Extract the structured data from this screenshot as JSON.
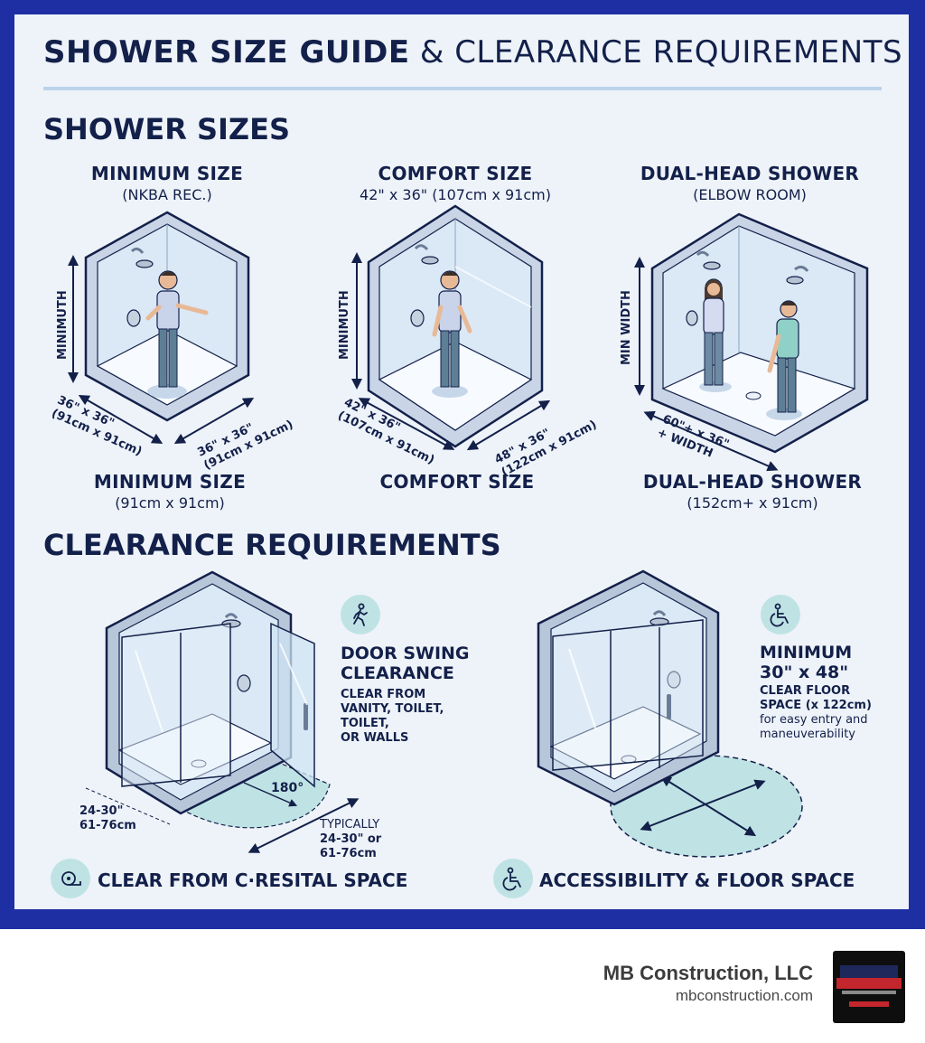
{
  "title": {
    "bold": "SHOWER SIZE GUIDE",
    "light": "& CLEARANCE REQUIREMENTS"
  },
  "sections": {
    "sizes": "SHOWER SIZES",
    "clearance": "CLEARANCE REQUIREMENTS"
  },
  "sizes": [
    {
      "heading": "MINIMUM SIZE",
      "subheading": "(NKBA REC.)",
      "vertical_label": "MINIMUTH",
      "dim_left": [
        "36\" x 36\"",
        "(91cm x 91cm)"
      ],
      "dim_right": [
        "36\" x 36\"",
        "(91cm x 91cm)"
      ],
      "caption": "MINIMUM SIZE",
      "caption_sub": "(91cm x 91cm)"
    },
    {
      "heading": "COMFORT SIZE",
      "subheading": "42\" x 36\" (107cm x 91cm)",
      "vertical_label": "MINIMUTH",
      "dim_left": [
        "42\" x 36\"",
        "(107cm x 91cm)"
      ],
      "dim_right": [
        "48\" x 36\"",
        "(122cm x 91cm)"
      ],
      "caption": "COMFORT SIZE",
      "caption_sub": ""
    },
    {
      "heading": "DUAL-HEAD SHOWER",
      "subheading": "(ELBOW ROOM)",
      "vertical_label": "MIN WIDTH",
      "dim_left": [
        "60\"+ x 36\"",
        "+ WIDTH"
      ],
      "caption": "DUAL-HEAD SHOWER",
      "caption_sub": "(152cm+ x 91cm)"
    }
  ],
  "door": {
    "title": [
      "DOOR SWING",
      "CLEARANCE"
    ],
    "body": [
      "CLEAR FROM",
      "VANITY, TOILET,",
      "TOILET,",
      "OR WALLS"
    ],
    "angle": "180°",
    "dim_left": [
      "24-30\"",
      "61-76cm"
    ],
    "dim_bottom": [
      "TYPICALLY",
      "24-30\" or",
      "61-76cm"
    ],
    "footer": "CLEAR FROM C·RESITAL SPACE",
    "icon": "walking-person-icon",
    "footer_icon": "tape-measure-icon"
  },
  "access": {
    "title": [
      "MINIMUM",
      "30\" x 48\""
    ],
    "body_bold": [
      "CLEAR FLOOR",
      "SPACE (x 122cm)"
    ],
    "body": [
      "for easy entry and",
      "maneuverability"
    ],
    "footer": "ACCESSIBILITY & FLOOR SPACE",
    "icon": "wheelchair-icon",
    "footer_icon": "wheelchair-icon"
  },
  "brand": {
    "name": "MB Construction, LLC",
    "url": "mbconstruction.com"
  },
  "colors": {
    "frame": "#1d2fa3",
    "panel": "#eef3f9",
    "navy": "#13204a",
    "teal_fill": "#bfe3e4",
    "glass": "#dbeaf6"
  }
}
